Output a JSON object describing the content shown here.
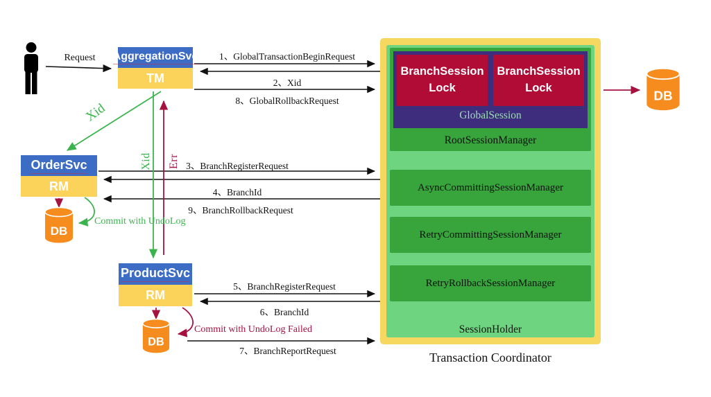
{
  "actor": {
    "request_label": "Request"
  },
  "services": {
    "aggregation": {
      "name": "AggregationSvc",
      "role": "TM"
    },
    "order": {
      "name": "OrderSvc",
      "role": "RM"
    },
    "product": {
      "name": "ProductSvc",
      "role": "RM"
    }
  },
  "databases": {
    "order_db": "DB",
    "product_db": "DB",
    "coordinator_db": "DB"
  },
  "messages": {
    "m1": "1、GlobalTransactionBeginRequest",
    "m2": "2、Xid",
    "m3": "3、BranchRegisterRequest",
    "m4": "4、BranchId",
    "m5": "5、BranchRegisterRequest",
    "m6": "6、BranchId",
    "m7": "7、BranchReportRequest",
    "m8": "8、GlobalRollbackRequest",
    "m9": "9、BranchRollbackRequest"
  },
  "annotations": {
    "xid_diagonal": "Xid",
    "xid_down": "Xid",
    "err_up": "Err",
    "commit_undolog": "Commit with UndoLog",
    "commit_undolog_failed": "Commit with UndoLog Failed"
  },
  "coordinator": {
    "title": "Transaction Coordinator",
    "branch_session_lock_1": "BranchSession Lock",
    "branch_session_lock_2": "BranchSession Lock",
    "global_session": "GlobalSession",
    "root_session_manager": "RootSessionManager",
    "managers": [
      "AsyncCommittingSessionManager",
      "RetryCommittingSessionManager",
      "RetryRollbackSessionManager"
    ],
    "session_holder": "SessionHolder"
  },
  "colors": {
    "service_blue": "#3C6CC4",
    "role_yellow": "#FBD35B",
    "db_orange": "#F78C1E",
    "tc_border_yellow": "#F6D75F",
    "tc_light_green": "#6ED47F",
    "tc_dark_green": "#37A43C",
    "session_purple": "#3E2C7D",
    "lock_crimson": "#B00C36",
    "arrow_green": "#3CB44E",
    "arrow_crimson": "#A51240",
    "arrow_black": "#111111"
  }
}
